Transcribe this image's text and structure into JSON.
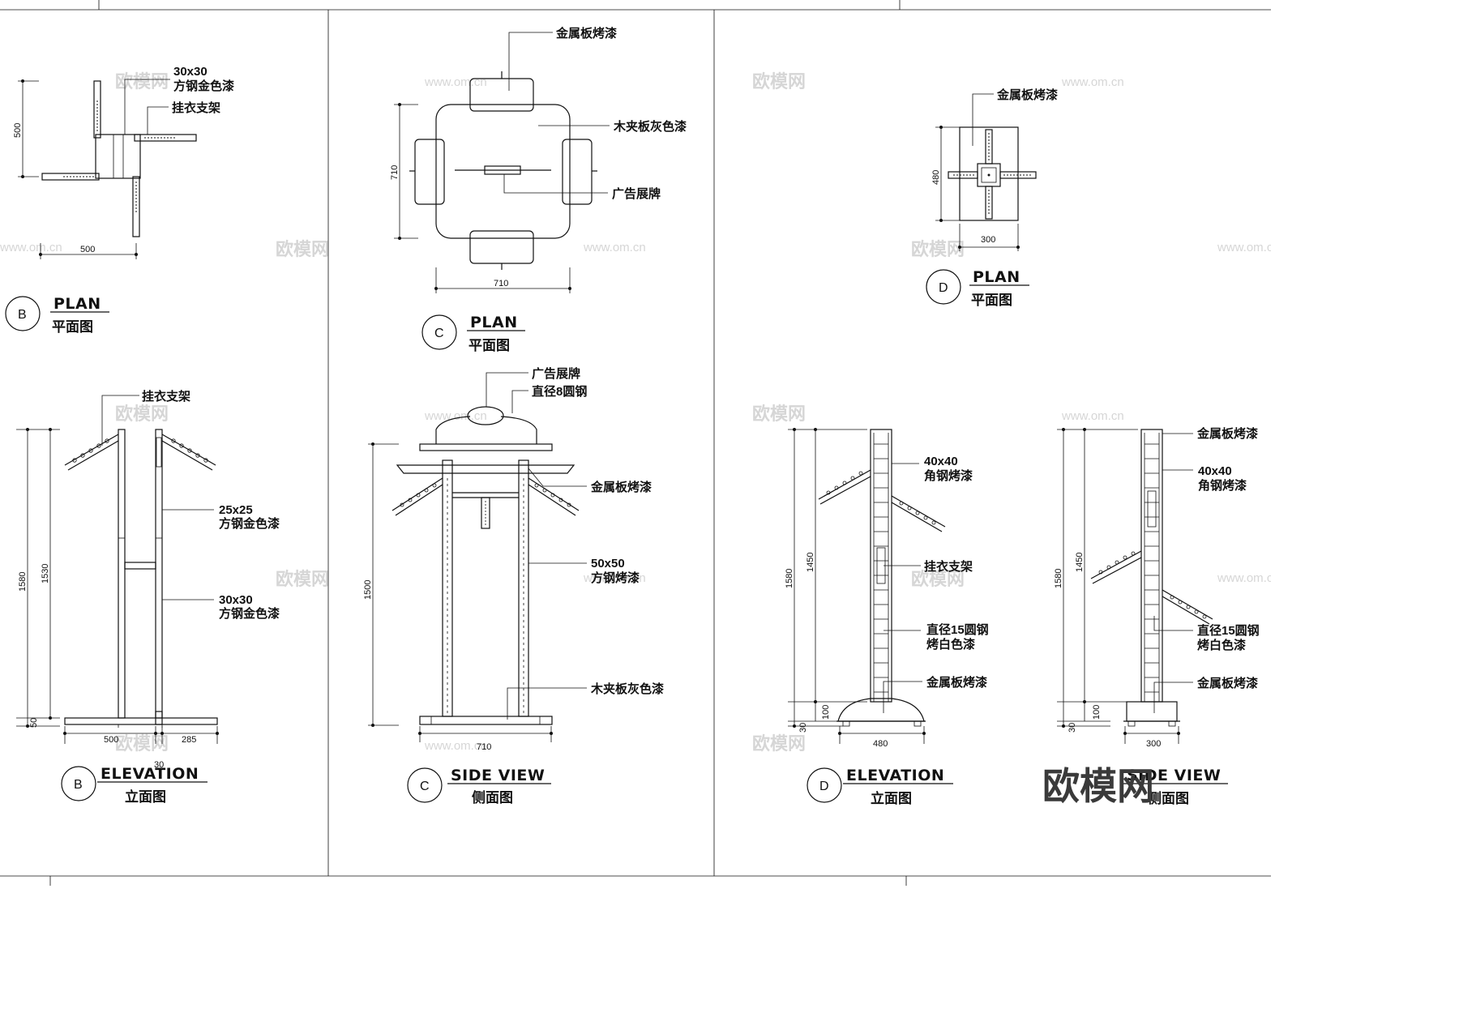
{
  "panels": {
    "b_plan": {
      "letter": "B",
      "title": "PLAN",
      "subtitle": "平面图",
      "dims": {
        "height": "500",
        "width": "500"
      },
      "labels": {
        "steel": "30x30",
        "steel_finish": "方钢金色漆",
        "hanger": "挂衣支架"
      }
    },
    "b_elevation": {
      "letter": "B",
      "title": "ELEVATION",
      "subtitle": "立面图",
      "dims": {
        "total": "1580",
        "upper": "1530",
        "base": "50",
        "width": "500",
        "arm": "285",
        "gap": "30"
      },
      "labels": {
        "hanger": "挂衣支架",
        "steel_a": "25x25",
        "steel_a_finish": "方钢金色漆",
        "steel_b": "30x30",
        "steel_b_finish": "方钢金色漆"
      }
    },
    "c_plan": {
      "letter": "C",
      "title": "PLAN",
      "subtitle": "平面图",
      "dims": {
        "height": "710",
        "width": "710"
      },
      "labels": {
        "metal": "金属板烤漆",
        "wood": "木夹板灰色漆",
        "sign": "广告展牌"
      }
    },
    "c_side": {
      "letter": "C",
      "title": "SIDE VIEW",
      "subtitle": "侧面图",
      "dims": {
        "height": "1500",
        "width": "710"
      },
      "labels": {
        "sign": "广告展牌",
        "rod": "直径8圆钢",
        "metal": "金属板烤漆",
        "steel": "50x50",
        "steel_finish": "方钢烤漆",
        "wood": "木夹板灰色漆"
      }
    },
    "d_plan": {
      "letter": "D",
      "title": "PLAN",
      "subtitle": "平面图",
      "dims": {
        "height": "480",
        "width": "300"
      },
      "labels": {
        "metal": "金属板烤漆"
      }
    },
    "d_elevation": {
      "letter": "D",
      "title": "ELEVATION",
      "subtitle": "立面图",
      "dims": {
        "total": "1580",
        "upper": "1450",
        "base": "100",
        "foot": "30",
        "width": "480"
      },
      "labels": {
        "angle": "40x40",
        "angle_finish": "角钢烤漆",
        "hanger": "挂衣支架",
        "rod": "直径15圆钢",
        "rod_finish": "烤白色漆",
        "metal": "金属板烤漆"
      }
    },
    "d_side": {
      "title": "SIDE VIEW",
      "subtitle": "侧面图",
      "dims": {
        "total": "1580",
        "upper": "1450",
        "base": "100",
        "foot": "30",
        "width": "300"
      },
      "labels": {
        "metal_top": "金属板烤漆",
        "angle": "40x40",
        "angle_finish": "角钢烤漆",
        "rod": "直径15圆钢",
        "rod_finish": "烤白色漆",
        "metal": "金属板烤漆"
      }
    }
  },
  "watermark": {
    "cn": "欧模网",
    "url": "www.om.cn",
    "big": "欧模网"
  },
  "colors": {
    "line": "#111111",
    "watermark": "#d6d6d6",
    "background": "#ffffff"
  }
}
